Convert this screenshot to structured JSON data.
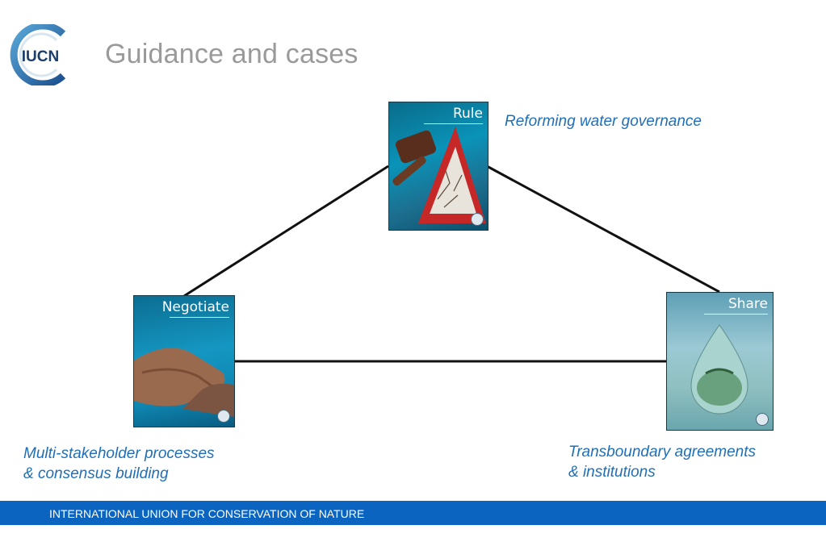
{
  "logo": {
    "text": "IUCN",
    "icon": "iucn-logo-icon"
  },
  "header": {
    "title": "Guidance and cases"
  },
  "books": {
    "rule": {
      "title": "Rule",
      "caption": [
        "Reforming water governance"
      ]
    },
    "negotiate": {
      "title": "Negotiate",
      "caption": [
        "Multi-stakeholder processes",
        "& consensus building"
      ]
    },
    "share": {
      "title": "Share",
      "caption": [
        "Transboundary agreements",
        "& institutions"
      ]
    }
  },
  "footer": {
    "text": "INTERNATIONAL UNION FOR CONSERVATION OF NATURE"
  },
  "colors": {
    "accent": "#1f6fb8",
    "footer_bg": "#0b64c0",
    "title_gray": "#9a9a9a"
  }
}
